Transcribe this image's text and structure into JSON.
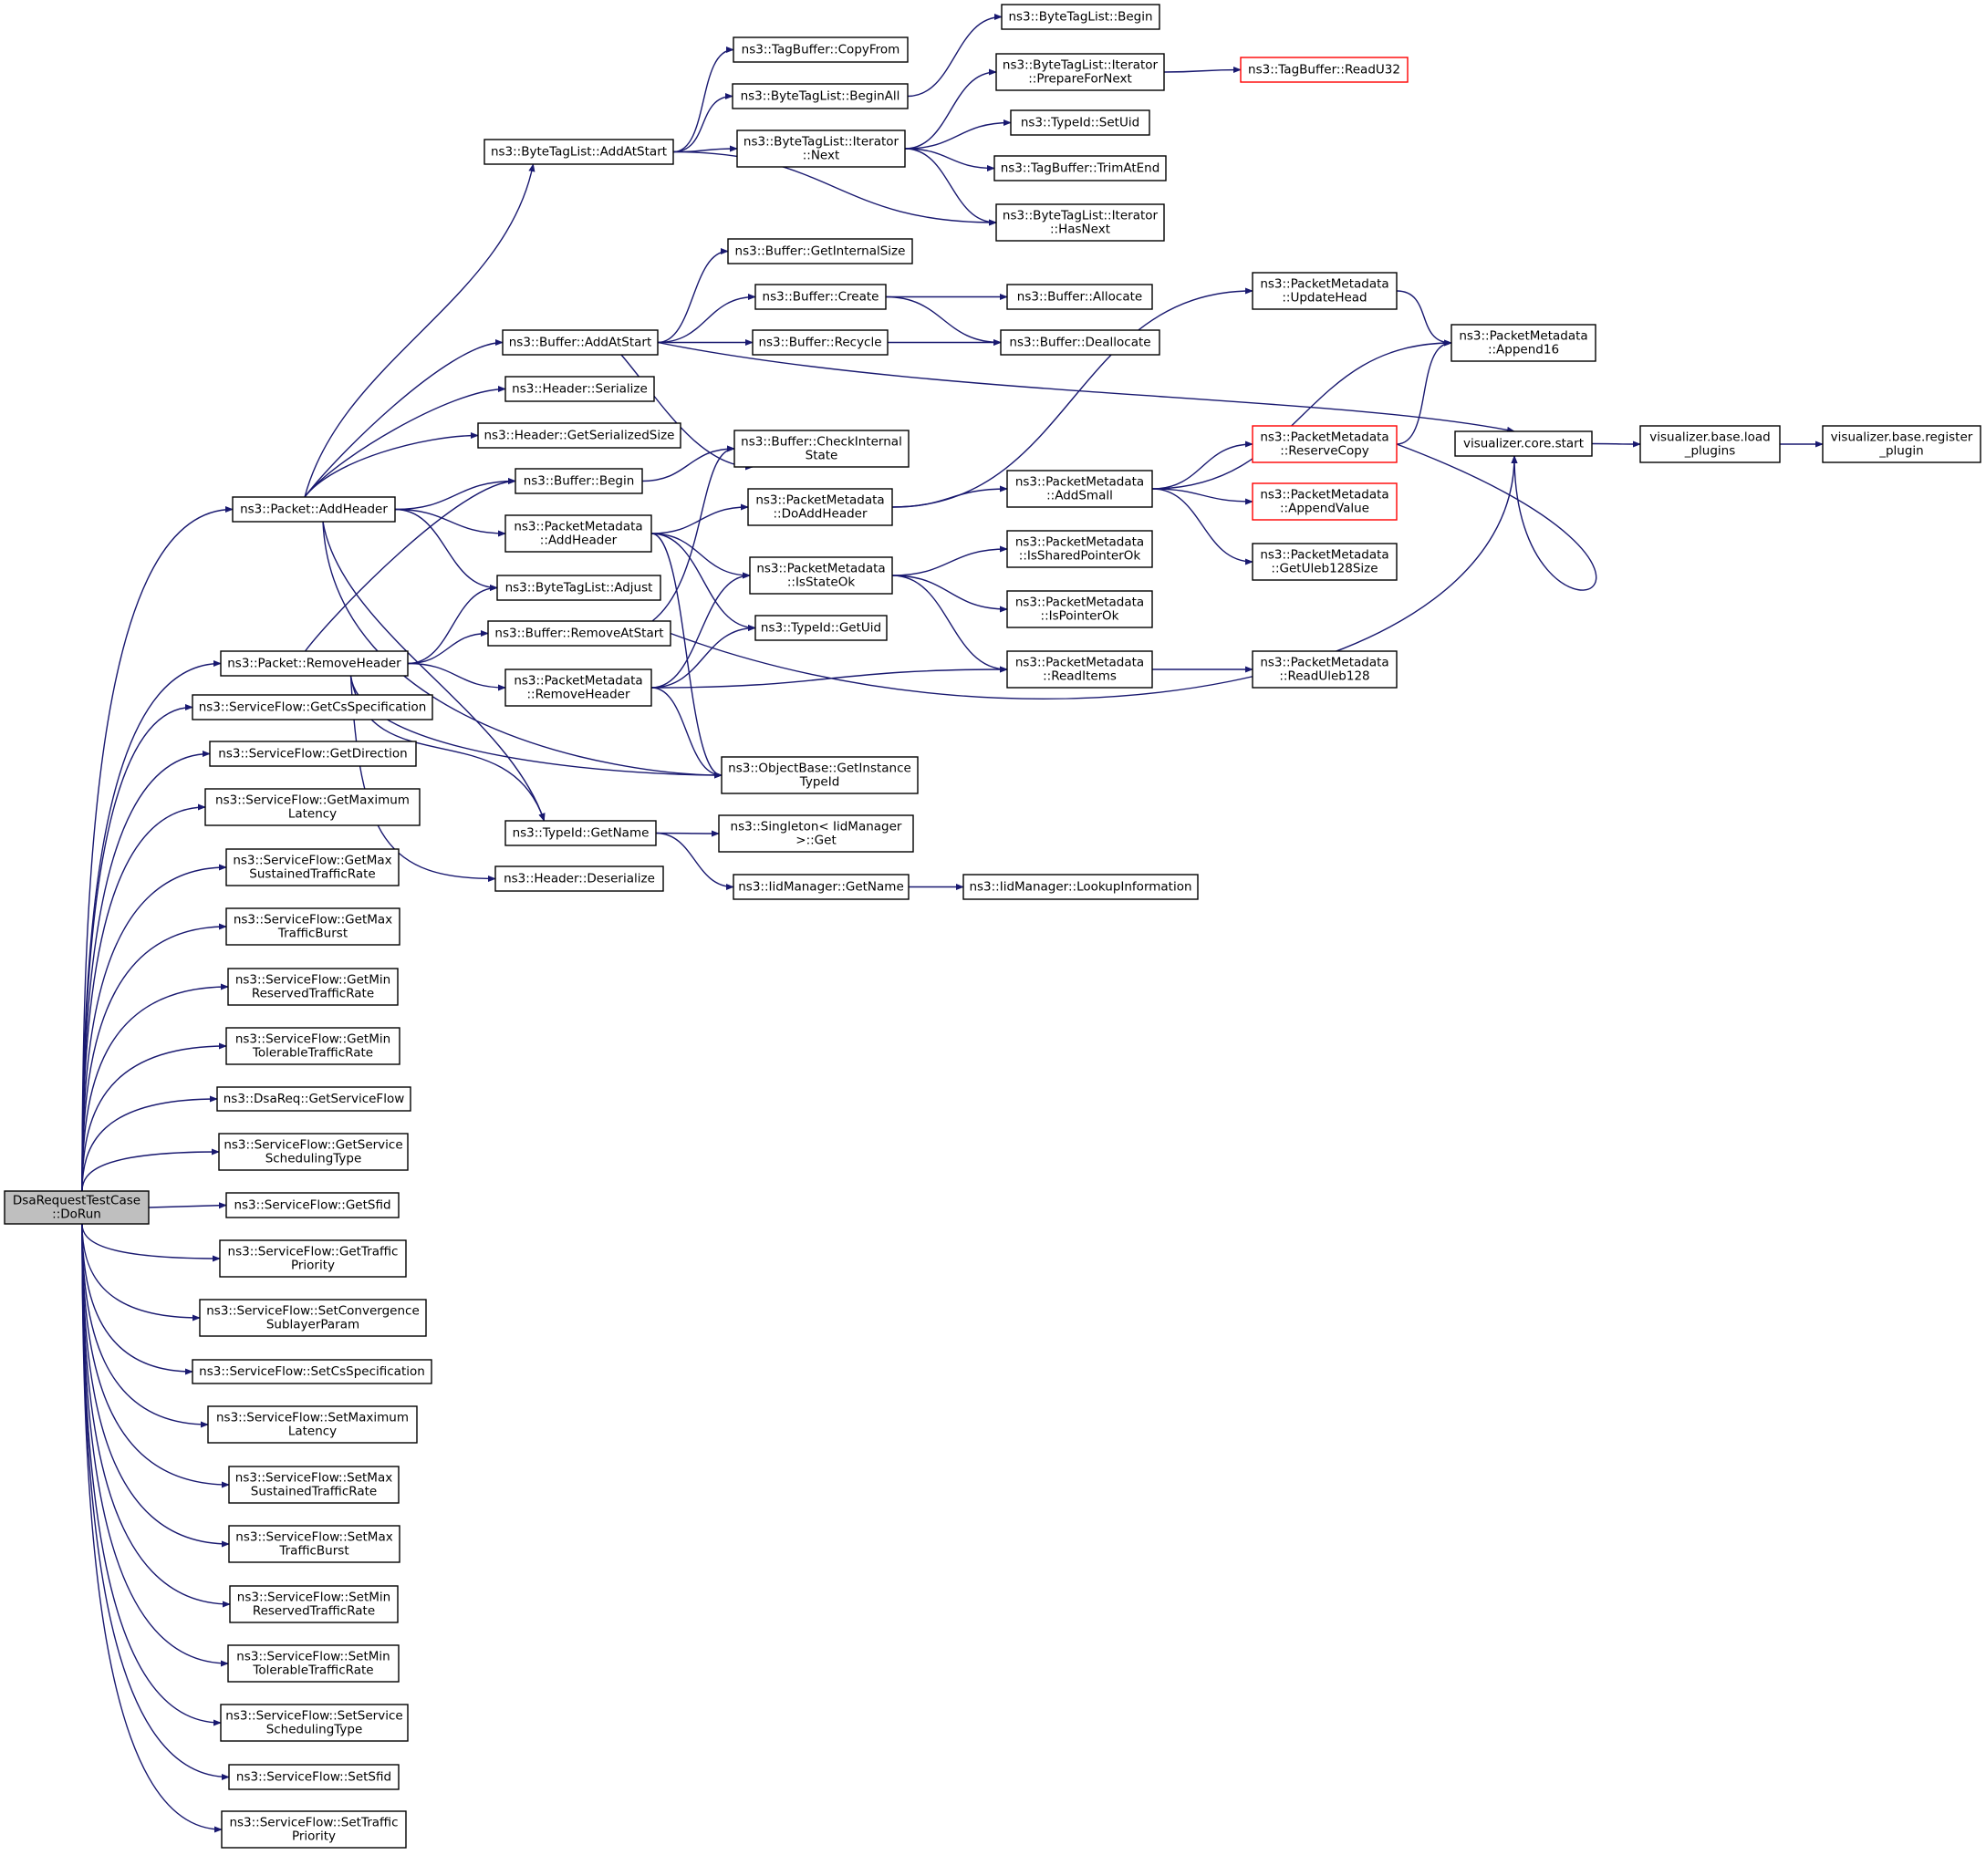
{
  "graph": {
    "edge_color": "#191970",
    "node_border": "#000000",
    "highlight_border": "#ff0000",
    "root_fill": "#bfbfbf",
    "nodes": [
      {
        "id": "root",
        "lines": [
          "DsaRequestTestCase",
          "::DoRun"
        ],
        "style": "root"
      },
      {
        "id": "pkt_addheader",
        "lines": [
          "ns3::Packet::AddHeader"
        ]
      },
      {
        "id": "pkt_removeheader",
        "lines": [
          "ns3::Packet::RemoveHeader"
        ]
      },
      {
        "id": "sf_getcsspec",
        "lines": [
          "ns3::ServiceFlow::GetCsSpecification"
        ]
      },
      {
        "id": "sf_getdirection",
        "lines": [
          "ns3::ServiceFlow::GetDirection"
        ]
      },
      {
        "id": "sf_getmaxlat",
        "lines": [
          "ns3::ServiceFlow::GetMaximum",
          "Latency"
        ]
      },
      {
        "id": "sf_getmaxsus",
        "lines": [
          "ns3::ServiceFlow::GetMax",
          "SustainedTrafficRate"
        ]
      },
      {
        "id": "sf_getmaxburst",
        "lines": [
          "ns3::ServiceFlow::GetMax",
          "TrafficBurst"
        ]
      },
      {
        "id": "sf_getminres",
        "lines": [
          "ns3::ServiceFlow::GetMin",
          "ReservedTrafficRate"
        ]
      },
      {
        "id": "sf_getmintol",
        "lines": [
          "ns3::ServiceFlow::GetMin",
          "TolerableTrafficRate"
        ]
      },
      {
        "id": "dsareq_getsf",
        "lines": [
          "ns3::DsaReq::GetServiceFlow"
        ]
      },
      {
        "id": "sf_getsched",
        "lines": [
          "ns3::ServiceFlow::GetService",
          "SchedulingType"
        ]
      },
      {
        "id": "sf_getsfid",
        "lines": [
          "ns3::ServiceFlow::GetSfid"
        ]
      },
      {
        "id": "sf_gettp",
        "lines": [
          "ns3::ServiceFlow::GetTraffic",
          "Priority"
        ]
      },
      {
        "id": "sf_setconv",
        "lines": [
          "ns3::ServiceFlow::SetConvergence",
          "SublayerParam"
        ]
      },
      {
        "id": "sf_setcsspec",
        "lines": [
          "ns3::ServiceFlow::SetCsSpecification"
        ]
      },
      {
        "id": "sf_setmaxlat",
        "lines": [
          "ns3::ServiceFlow::SetMaximum",
          "Latency"
        ]
      },
      {
        "id": "sf_setmaxsus",
        "lines": [
          "ns3::ServiceFlow::SetMax",
          "SustainedTrafficRate"
        ]
      },
      {
        "id": "sf_setmaxburst",
        "lines": [
          "ns3::ServiceFlow::SetMax",
          "TrafficBurst"
        ]
      },
      {
        "id": "sf_setminres",
        "lines": [
          "ns3::ServiceFlow::SetMin",
          "ReservedTrafficRate"
        ]
      },
      {
        "id": "sf_setmintol",
        "lines": [
          "ns3::ServiceFlow::SetMin",
          "TolerableTrafficRate"
        ]
      },
      {
        "id": "sf_setsched",
        "lines": [
          "ns3::ServiceFlow::SetService",
          "SchedulingType"
        ]
      },
      {
        "id": "sf_setsfid",
        "lines": [
          "ns3::ServiceFlow::SetSfid"
        ]
      },
      {
        "id": "sf_settp",
        "lines": [
          "ns3::ServiceFlow::SetTraffic",
          "Priority"
        ]
      },
      {
        "id": "btl_addatstart",
        "lines": [
          "ns3::ByteTagList::AddAtStart"
        ]
      },
      {
        "id": "buf_addatstart",
        "lines": [
          "ns3::Buffer::AddAtStart"
        ]
      },
      {
        "id": "hdr_serialize",
        "lines": [
          "ns3::Header::Serialize"
        ]
      },
      {
        "id": "hdr_getsersize",
        "lines": [
          "ns3::Header::GetSerializedSize"
        ]
      },
      {
        "id": "buf_begin",
        "lines": [
          "ns3::Buffer::Begin"
        ]
      },
      {
        "id": "pm_addheader",
        "lines": [
          "ns3::PacketMetadata",
          "::AddHeader"
        ]
      },
      {
        "id": "btl_adjust",
        "lines": [
          "ns3::ByteTagList::Adjust"
        ]
      },
      {
        "id": "buf_removeatstart",
        "lines": [
          "ns3::Buffer::RemoveAtStart"
        ]
      },
      {
        "id": "pm_removeheader",
        "lines": [
          "ns3::PacketMetadata",
          "::RemoveHeader"
        ]
      },
      {
        "id": "typeid_getname",
        "lines": [
          "ns3::TypeId::GetName"
        ]
      },
      {
        "id": "hdr_deserialize",
        "lines": [
          "ns3::Header::Deserialize"
        ]
      },
      {
        "id": "tb_copyfrom",
        "lines": [
          "ns3::TagBuffer::CopyFrom"
        ]
      },
      {
        "id": "btl_beginall",
        "lines": [
          "ns3::ByteTagList::BeginAll"
        ]
      },
      {
        "id": "btl_it_next",
        "lines": [
          "ns3::ByteTagList::Iterator",
          "::Next"
        ]
      },
      {
        "id": "buf_getintsize",
        "lines": [
          "ns3::Buffer::GetInternalSize"
        ]
      },
      {
        "id": "buf_create",
        "lines": [
          "ns3::Buffer::Create"
        ]
      },
      {
        "id": "buf_recycle",
        "lines": [
          "ns3::Buffer::Recycle"
        ]
      },
      {
        "id": "buf_checkint",
        "lines": [
          "ns3::Buffer::CheckInternal",
          "State"
        ]
      },
      {
        "id": "pm_doaddheader",
        "lines": [
          "ns3::PacketMetadata",
          "::DoAddHeader"
        ]
      },
      {
        "id": "pm_isstateok",
        "lines": [
          "ns3::PacketMetadata",
          "::IsStateOk"
        ]
      },
      {
        "id": "typeid_getuid",
        "lines": [
          "ns3::TypeId::GetUid"
        ]
      },
      {
        "id": "ob_getinsttid",
        "lines": [
          "ns3::ObjectBase::GetInstance",
          "TypeId"
        ]
      },
      {
        "id": "singleton_get",
        "lines": [
          "ns3::Singleton< IidManager",
          ">::Get"
        ]
      },
      {
        "id": "iid_getname",
        "lines": [
          "ns3::IidManager::GetName"
        ]
      },
      {
        "id": "btl_begin",
        "lines": [
          "ns3::ByteTagList::Begin"
        ]
      },
      {
        "id": "btl_it_prep",
        "lines": [
          "ns3::ByteTagList::Iterator",
          "::PrepareForNext"
        ]
      },
      {
        "id": "typeid_setuid",
        "lines": [
          "ns3::TypeId::SetUid"
        ]
      },
      {
        "id": "tb_trimatend",
        "lines": [
          "ns3::TagBuffer::TrimAtEnd"
        ]
      },
      {
        "id": "btl_it_hasnext",
        "lines": [
          "ns3::ByteTagList::Iterator",
          "::HasNext"
        ]
      },
      {
        "id": "buf_allocate",
        "lines": [
          "ns3::Buffer::Allocate"
        ]
      },
      {
        "id": "buf_deallocate",
        "lines": [
          "ns3::Buffer::Deallocate"
        ]
      },
      {
        "id": "pm_addsmall",
        "lines": [
          "ns3::PacketMetadata",
          "::AddSmall"
        ]
      },
      {
        "id": "pm_issharedptr",
        "lines": [
          "ns3::PacketMetadata",
          "::IsSharedPointerOk"
        ]
      },
      {
        "id": "pm_isptrok",
        "lines": [
          "ns3::PacketMetadata",
          "::IsPointerOk"
        ]
      },
      {
        "id": "pm_readitems",
        "lines": [
          "ns3::PacketMetadata",
          "::ReadItems"
        ]
      },
      {
        "id": "iid_lookup",
        "lines": [
          "ns3::IidManager::LookupInformation"
        ]
      },
      {
        "id": "tb_readu32",
        "lines": [
          "ns3::TagBuffer::ReadU32"
        ],
        "style": "red"
      },
      {
        "id": "pm_updatehead",
        "lines": [
          "ns3::PacketMetadata",
          "::UpdateHead"
        ]
      },
      {
        "id": "pm_reservecopy",
        "lines": [
          "ns3::PacketMetadata",
          "::ReserveCopy"
        ],
        "style": "red"
      },
      {
        "id": "pm_appendvalue",
        "lines": [
          "ns3::PacketMetadata",
          "::AppendValue"
        ],
        "style": "red"
      },
      {
        "id": "pm_getuleb",
        "lines": [
          "ns3::PacketMetadata",
          "::GetUleb128Size"
        ]
      },
      {
        "id": "pm_readuleb",
        "lines": [
          "ns3::PacketMetadata",
          "::ReadUleb128"
        ]
      },
      {
        "id": "pm_append16",
        "lines": [
          "ns3::PacketMetadata",
          "::Append16"
        ]
      },
      {
        "id": "vis_core_start",
        "lines": [
          "visualizer.core.start"
        ]
      },
      {
        "id": "vis_load",
        "lines": [
          "visualizer.base.load",
          "_plugins"
        ]
      },
      {
        "id": "vis_register",
        "lines": [
          "visualizer.base.register",
          "_plugin"
        ]
      }
    ]
  }
}
